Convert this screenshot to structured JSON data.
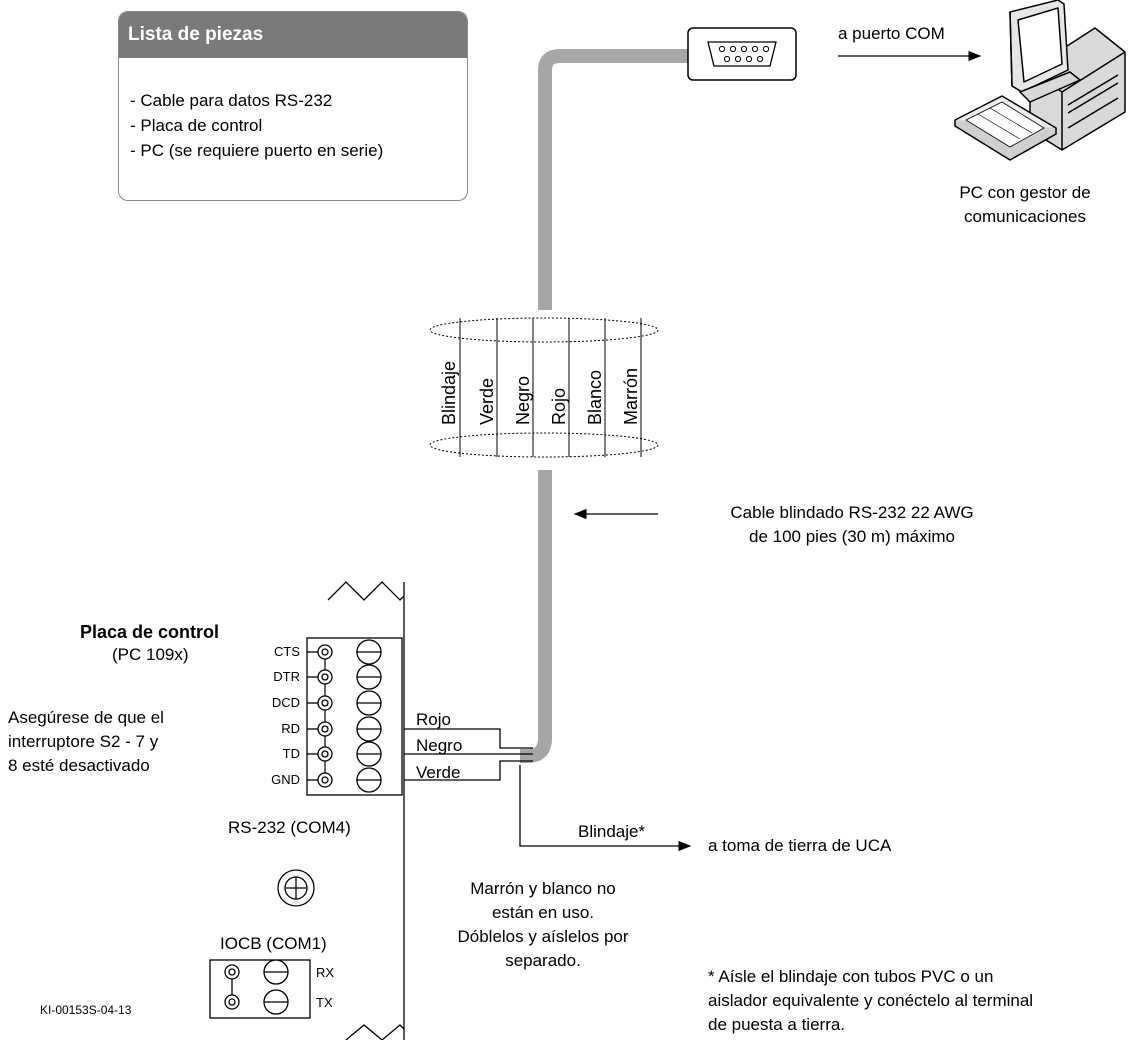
{
  "parts_list": {
    "title": "Lista de piezas",
    "items": [
      "- Cable para datos RS-232",
      "- Placa de control",
      "- PC (se requiere puerto en serie)"
    ]
  },
  "pc": {
    "com_label": "a puerto COM",
    "caption_line1": "PC con gestor de",
    "caption_line2": "comunicaciones"
  },
  "cable": {
    "wire_colors": [
      "Blindaje",
      "Verde",
      "Negro",
      "Rojo",
      "Blanco",
      "Marrón"
    ],
    "spec_line1": "Cable blindado RS-232 22 AWG",
    "spec_line2": "de 100 pies (30 m) máximo"
  },
  "board": {
    "title": "Placa de control",
    "model": "(PC 109x)",
    "note_line1": "Asegúrese de que el",
    "note_line2": "interruptore S2 - 7 y",
    "note_line3": "8 esté desactivado",
    "rs232_pins": [
      "CTS",
      "DTR",
      "DCD",
      "RD",
      "TD",
      "GND"
    ],
    "rs232_label": "RS-232 (COM4)",
    "iocb_label": "IOCB (COM1)",
    "iocb_pins": [
      "RX",
      "TX"
    ]
  },
  "connections": {
    "wires": [
      "Rojo",
      "Negro",
      "Verde"
    ],
    "shield_label": "Blindaje*",
    "ground_label": "a toma de tierra de UCA"
  },
  "notes": {
    "unused_line1": "Marrón y blanco no",
    "unused_line2": "están en uso.",
    "unused_line3": "Dóblelos y aíslelos por",
    "unused_line4": "separado.",
    "footnote_line1": "* Aísle el blindaje con tubos PVC o un",
    "footnote_line2": "aislador equivalente y conéctelo al terminal",
    "footnote_line3": "de puesta a tierra."
  },
  "doc_id": "KI-00153S-04-13",
  "colors": {
    "cable": "#a6a6a6",
    "header_fill": "#7a7a7a"
  }
}
